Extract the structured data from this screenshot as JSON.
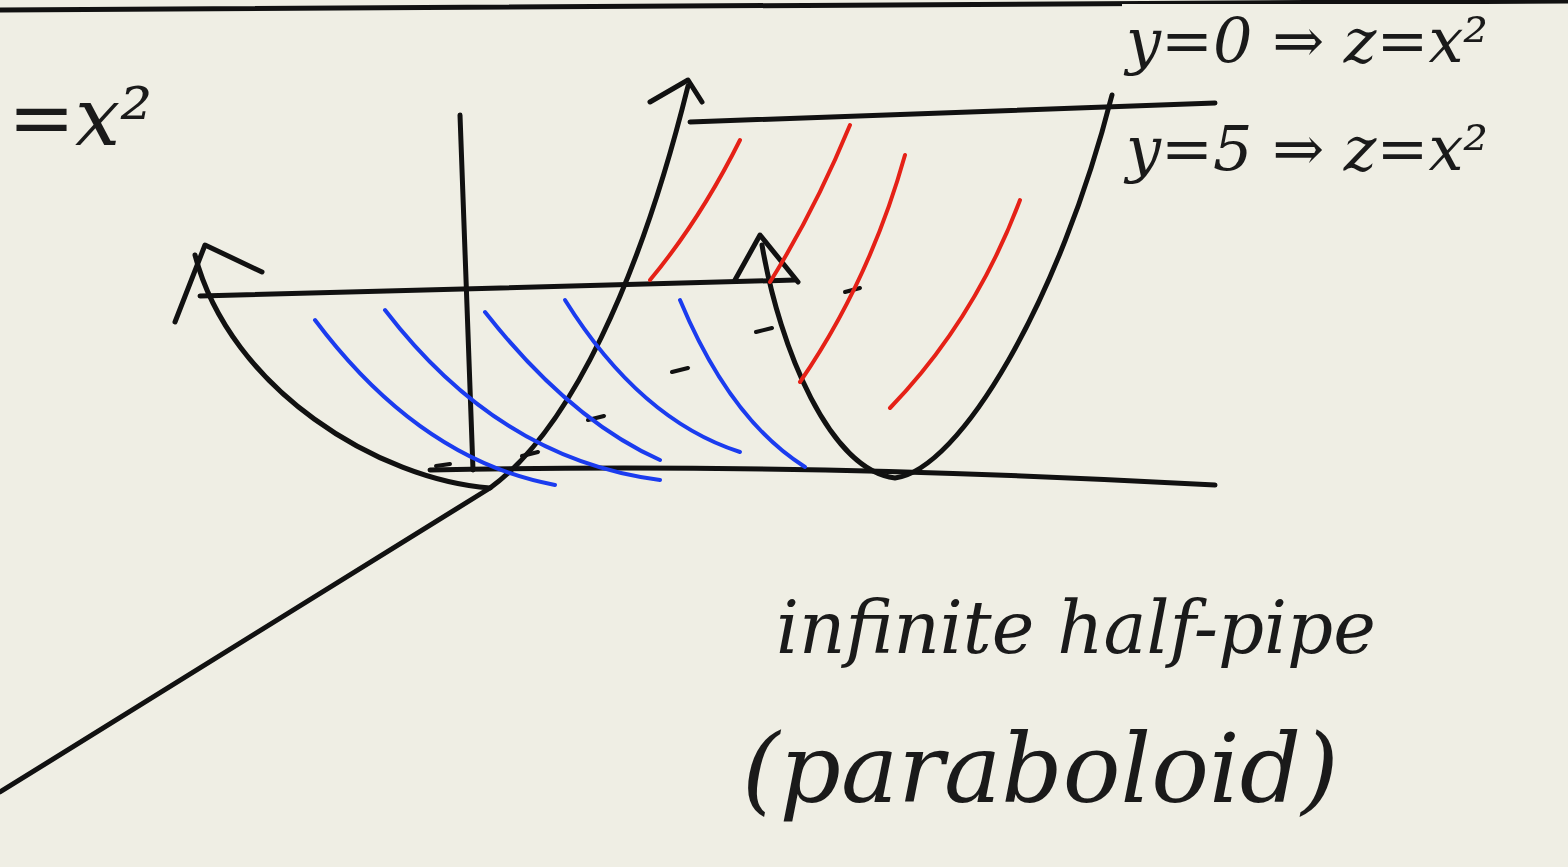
{
  "diagram": {
    "labels": [
      "=x²",
      "y=0 ⇒ z=x²",
      "y=5 ⇒ z=x²",
      "infinite half-pipe",
      "(paraboloid)"
    ]
  }
}
